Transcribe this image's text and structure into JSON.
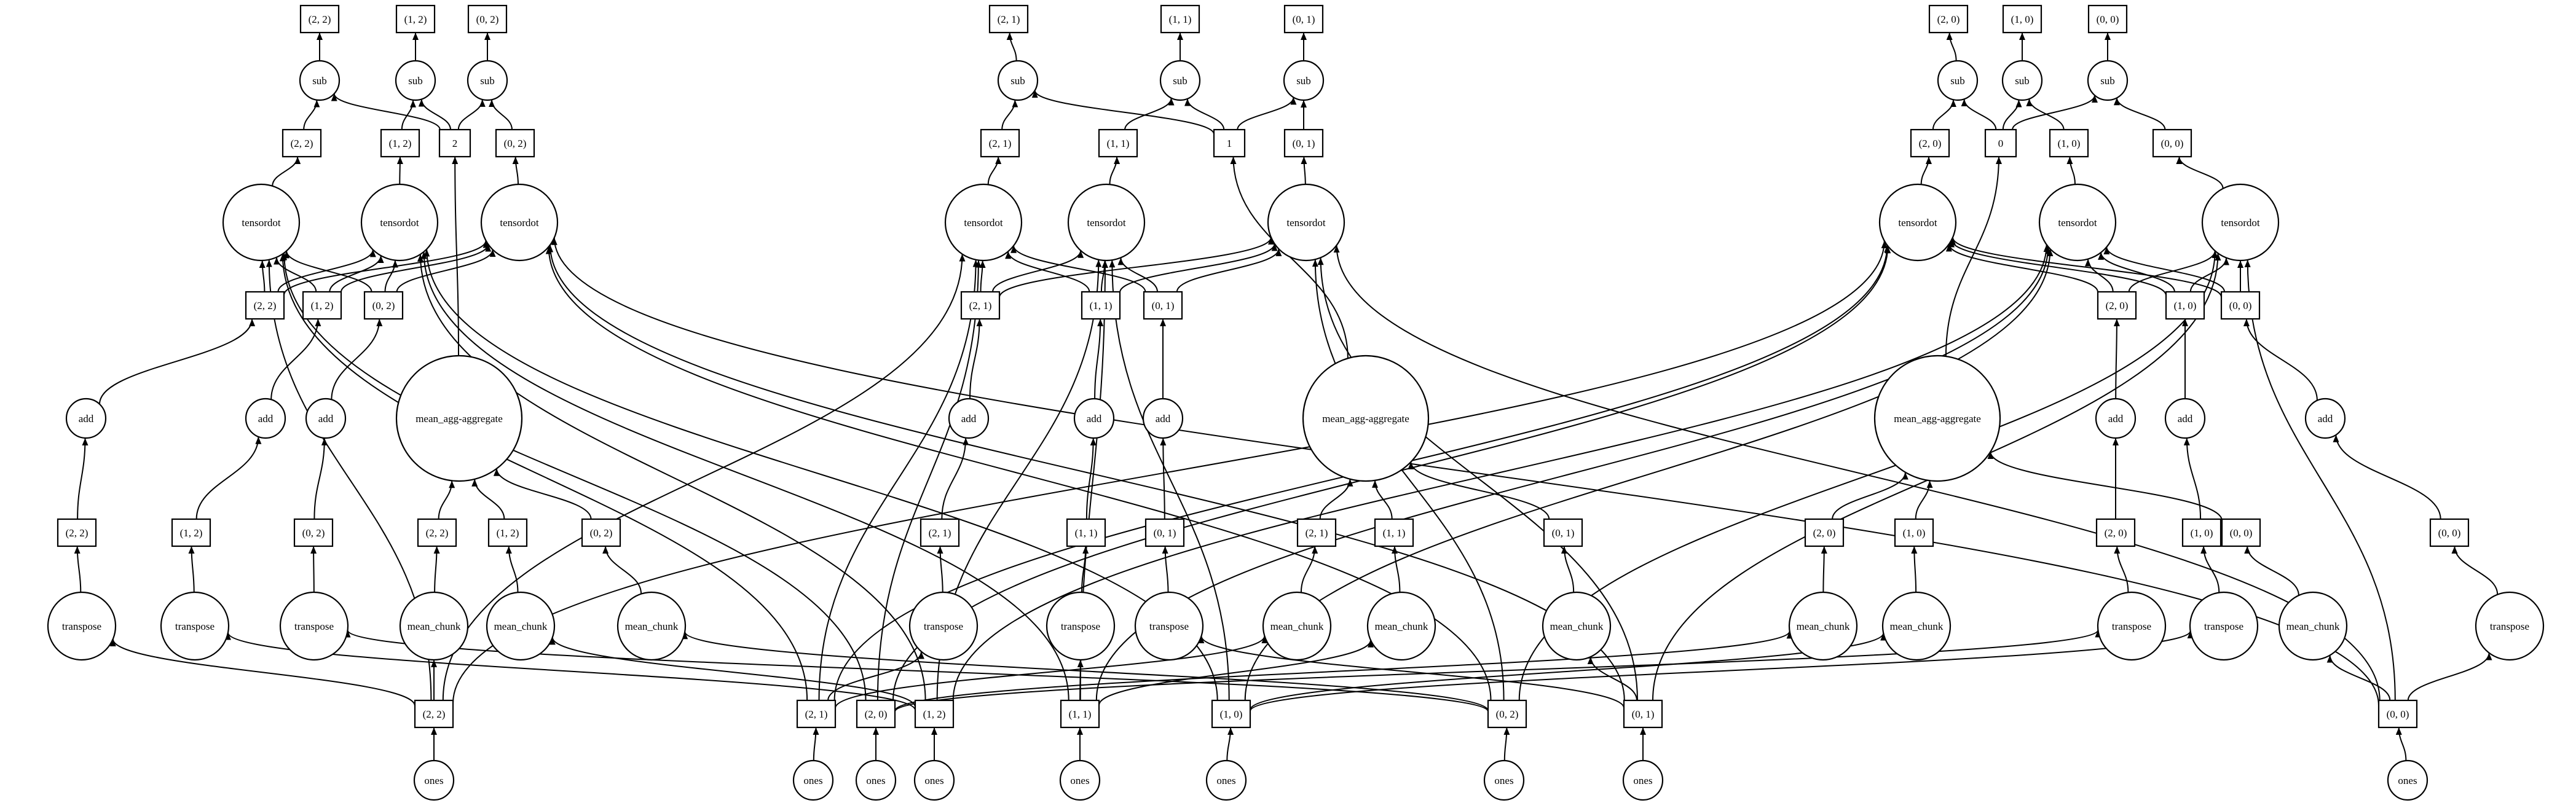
{
  "graph": {
    "nodes": [
      {
        "id": "a0",
        "shape": "box",
        "label": "(2, 2)"
      },
      {
        "id": "a1",
        "shape": "box",
        "label": "(1, 2)"
      },
      {
        "id": "a2",
        "shape": "box",
        "label": "(0, 2)"
      },
      {
        "id": "a3",
        "shape": "box",
        "label": "(2, 1)"
      },
      {
        "id": "a4",
        "shape": "box",
        "label": "(1, 1)"
      },
      {
        "id": "a5",
        "shape": "box",
        "label": "(0, 1)"
      },
      {
        "id": "a6",
        "shape": "box",
        "label": "(2, 0)"
      },
      {
        "id": "a7",
        "shape": "box",
        "label": "(1, 0)"
      },
      {
        "id": "a8",
        "shape": "box",
        "label": "(0, 0)"
      },
      {
        "id": "s0",
        "shape": "circle",
        "label": "sub"
      },
      {
        "id": "s1",
        "shape": "circle",
        "label": "sub"
      },
      {
        "id": "s2",
        "shape": "circle",
        "label": "sub"
      },
      {
        "id": "s3",
        "shape": "circle",
        "label": "sub"
      },
      {
        "id": "s4",
        "shape": "circle",
        "label": "sub"
      },
      {
        "id": "s5",
        "shape": "circle",
        "label": "sub"
      },
      {
        "id": "s6",
        "shape": "circle",
        "label": "sub"
      },
      {
        "id": "s7",
        "shape": "circle",
        "label": "sub"
      },
      {
        "id": "s8",
        "shape": "circle",
        "label": "sub"
      },
      {
        "id": "b0",
        "shape": "box",
        "label": "(2, 2)"
      },
      {
        "id": "b1",
        "shape": "box",
        "label": "(1, 2)"
      },
      {
        "id": "k2",
        "shape": "box",
        "label": "2"
      },
      {
        "id": "b2",
        "shape": "box",
        "label": "(0, 2)"
      },
      {
        "id": "b3",
        "shape": "box",
        "label": "(2, 1)"
      },
      {
        "id": "b4",
        "shape": "box",
        "label": "(1, 1)"
      },
      {
        "id": "k1",
        "shape": "box",
        "label": "1"
      },
      {
        "id": "b5",
        "shape": "box",
        "label": "(0, 1)"
      },
      {
        "id": "b6",
        "shape": "box",
        "label": "(2, 0)"
      },
      {
        "id": "k0",
        "shape": "box",
        "label": "0"
      },
      {
        "id": "b7",
        "shape": "box",
        "label": "(1, 0)"
      },
      {
        "id": "b8",
        "shape": "box",
        "label": "(0, 0)"
      },
      {
        "id": "t0",
        "shape": "circle",
        "label": "tensordot"
      },
      {
        "id": "t1",
        "shape": "circle",
        "label": "tensordot"
      },
      {
        "id": "t2",
        "shape": "circle",
        "label": "tensordot"
      },
      {
        "id": "t3",
        "shape": "circle",
        "label": "tensordot"
      },
      {
        "id": "t4",
        "shape": "circle",
        "label": "tensordot"
      },
      {
        "id": "t5",
        "shape": "circle",
        "label": "tensordot"
      },
      {
        "id": "t6",
        "shape": "circle",
        "label": "tensordot"
      },
      {
        "id": "t7",
        "shape": "circle",
        "label": "tensordot"
      },
      {
        "id": "t8",
        "shape": "circle",
        "label": "tensordot"
      },
      {
        "id": "c0",
        "shape": "box",
        "label": "(2, 2)"
      },
      {
        "id": "c1",
        "shape": "box",
        "label": "(1, 2)"
      },
      {
        "id": "c2",
        "shape": "box",
        "label": "(0, 2)"
      },
      {
        "id": "c3",
        "shape": "box",
        "label": "(2, 1)"
      },
      {
        "id": "c4",
        "shape": "box",
        "label": "(1, 1)"
      },
      {
        "id": "c5",
        "shape": "box",
        "label": "(0, 1)"
      },
      {
        "id": "c6",
        "shape": "box",
        "label": "(2, 0)"
      },
      {
        "id": "c7",
        "shape": "box",
        "label": "(1, 0)"
      },
      {
        "id": "c8",
        "shape": "box",
        "label": "(0, 0)"
      },
      {
        "id": "d0",
        "shape": "circle",
        "label": "add"
      },
      {
        "id": "d1",
        "shape": "circle",
        "label": "add"
      },
      {
        "id": "d2",
        "shape": "circle",
        "label": "add"
      },
      {
        "id": "d3",
        "shape": "circle",
        "label": "add"
      },
      {
        "id": "d4",
        "shape": "circle",
        "label": "add"
      },
      {
        "id": "d5",
        "shape": "circle",
        "label": "add"
      },
      {
        "id": "d6",
        "shape": "circle",
        "label": "add"
      },
      {
        "id": "d7",
        "shape": "circle",
        "label": "add"
      },
      {
        "id": "d8",
        "shape": "circle",
        "label": "add"
      },
      {
        "id": "ma2",
        "shape": "circle",
        "label": "mean_agg-aggregate"
      },
      {
        "id": "ma1",
        "shape": "circle",
        "label": "mean_agg-aggregate"
      },
      {
        "id": "ma0",
        "shape": "circle",
        "label": "mean_agg-aggregate"
      },
      {
        "id": "e0",
        "shape": "box",
        "label": "(2, 2)"
      },
      {
        "id": "e1",
        "shape": "box",
        "label": "(1, 2)"
      },
      {
        "id": "e2",
        "shape": "box",
        "label": "(0, 2)"
      },
      {
        "id": "e3",
        "shape": "box",
        "label": "(2, 1)"
      },
      {
        "id": "e4",
        "shape": "box",
        "label": "(1, 1)"
      },
      {
        "id": "e5",
        "shape": "box",
        "label": "(0, 1)"
      },
      {
        "id": "e6",
        "shape": "box",
        "label": "(2, 0)"
      },
      {
        "id": "e7",
        "shape": "box",
        "label": "(1, 0)"
      },
      {
        "id": "e8",
        "shape": "box",
        "label": "(0, 0)"
      },
      {
        "id": "mc0",
        "shape": "box",
        "label": "(2, 2)"
      },
      {
        "id": "mc1",
        "shape": "box",
        "label": "(1, 2)"
      },
      {
        "id": "mc2",
        "shape": "box",
        "label": "(0, 2)"
      },
      {
        "id": "mc3",
        "shape": "box",
        "label": "(2, 1)"
      },
      {
        "id": "mc4",
        "shape": "box",
        "label": "(1, 1)"
      },
      {
        "id": "mc5",
        "shape": "box",
        "label": "(0, 1)"
      },
      {
        "id": "mc6",
        "shape": "box",
        "label": "(2, 0)"
      },
      {
        "id": "mc7",
        "shape": "box",
        "label": "(1, 0)"
      },
      {
        "id": "mc8",
        "shape": "box",
        "label": "(0, 0)"
      },
      {
        "id": "tr0",
        "shape": "circle",
        "label": "transpose"
      },
      {
        "id": "tr1",
        "shape": "circle",
        "label": "transpose"
      },
      {
        "id": "tr2",
        "shape": "circle",
        "label": "transpose"
      },
      {
        "id": "tr3",
        "shape": "circle",
        "label": "transpose"
      },
      {
        "id": "tr4",
        "shape": "circle",
        "label": "transpose"
      },
      {
        "id": "tr5",
        "shape": "circle",
        "label": "transpose"
      },
      {
        "id": "tr6",
        "shape": "circle",
        "label": "transpose"
      },
      {
        "id": "tr7",
        "shape": "circle",
        "label": "transpose"
      },
      {
        "id": "tr8",
        "shape": "circle",
        "label": "transpose"
      },
      {
        "id": "m0",
        "shape": "circle",
        "label": "mean_chunk"
      },
      {
        "id": "m1",
        "shape": "circle",
        "label": "mean_chunk"
      },
      {
        "id": "m2",
        "shape": "circle",
        "label": "mean_chunk"
      },
      {
        "id": "m3",
        "shape": "circle",
        "label": "mean_chunk"
      },
      {
        "id": "m4",
        "shape": "circle",
        "label": "mean_chunk"
      },
      {
        "id": "m5",
        "shape": "circle",
        "label": "mean_chunk"
      },
      {
        "id": "m6",
        "shape": "circle",
        "label": "mean_chunk"
      },
      {
        "id": "m7",
        "shape": "circle",
        "label": "mean_chunk"
      },
      {
        "id": "m8",
        "shape": "circle",
        "label": "mean_chunk"
      },
      {
        "id": "x0",
        "shape": "box",
        "label": "(2, 2)"
      },
      {
        "id": "x1",
        "shape": "box",
        "label": "(2, 1)"
      },
      {
        "id": "x2",
        "shape": "box",
        "label": "(2, 0)"
      },
      {
        "id": "x3",
        "shape": "box",
        "label": "(1, 2)"
      },
      {
        "id": "x4",
        "shape": "box",
        "label": "(1, 1)"
      },
      {
        "id": "x5",
        "shape": "box",
        "label": "(1, 0)"
      },
      {
        "id": "x6",
        "shape": "box",
        "label": "(0, 2)"
      },
      {
        "id": "x7",
        "shape": "box",
        "label": "(0, 1)"
      },
      {
        "id": "x8",
        "shape": "box",
        "label": "(0, 0)"
      },
      {
        "id": "o0",
        "shape": "circle",
        "label": "ones"
      },
      {
        "id": "o1",
        "shape": "circle",
        "label": "ones"
      },
      {
        "id": "o2",
        "shape": "circle",
        "label": "ones"
      },
      {
        "id": "o3",
        "shape": "circle",
        "label": "ones"
      },
      {
        "id": "o4",
        "shape": "circle",
        "label": "ones"
      },
      {
        "id": "o5",
        "shape": "circle",
        "label": "ones"
      },
      {
        "id": "o6",
        "shape": "circle",
        "label": "ones"
      },
      {
        "id": "o7",
        "shape": "circle",
        "label": "ones"
      },
      {
        "id": "o8",
        "shape": "circle",
        "label": "ones"
      }
    ],
    "edges": [
      [
        "s0",
        "a0"
      ],
      [
        "s1",
        "a1"
      ],
      [
        "s2",
        "a2"
      ],
      [
        "s3",
        "a3"
      ],
      [
        "s4",
        "a4"
      ],
      [
        "s5",
        "a5"
      ],
      [
        "s6",
        "a6"
      ],
      [
        "s7",
        "a7"
      ],
      [
        "s8",
        "a8"
      ],
      [
        "b0",
        "s0"
      ],
      [
        "b1",
        "s1"
      ],
      [
        "b2",
        "s2"
      ],
      [
        "b3",
        "s3"
      ],
      [
        "b4",
        "s4"
      ],
      [
        "b5",
        "s5"
      ],
      [
        "b6",
        "s6"
      ],
      [
        "b7",
        "s7"
      ],
      [
        "b8",
        "s8"
      ],
      [
        "k2",
        "s0"
      ],
      [
        "k2",
        "s1"
      ],
      [
        "k2",
        "s2"
      ],
      [
        "k1",
        "s3"
      ],
      [
        "k1",
        "s4"
      ],
      [
        "k1",
        "s5"
      ],
      [
        "k0",
        "s6"
      ],
      [
        "k0",
        "s7"
      ],
      [
        "k0",
        "s8"
      ],
      [
        "ma2",
        "k2"
      ],
      [
        "ma1",
        "k1"
      ],
      [
        "ma0",
        "k0"
      ],
      [
        "t0",
        "b0"
      ],
      [
        "t1",
        "b1"
      ],
      [
        "t2",
        "b2"
      ],
      [
        "t3",
        "b3"
      ],
      [
        "t4",
        "b4"
      ],
      [
        "t5",
        "b5"
      ],
      [
        "t6",
        "b6"
      ],
      [
        "t7",
        "b7"
      ],
      [
        "t8",
        "b8"
      ],
      [
        "c0",
        "t0"
      ],
      [
        "c0",
        "t1"
      ],
      [
        "c0",
        "t2"
      ],
      [
        "c1",
        "t0"
      ],
      [
        "c1",
        "t1"
      ],
      [
        "c1",
        "t2"
      ],
      [
        "c2",
        "t0"
      ],
      [
        "c2",
        "t1"
      ],
      [
        "c2",
        "t2"
      ],
      [
        "c3",
        "t3"
      ],
      [
        "c3",
        "t4"
      ],
      [
        "c3",
        "t5"
      ],
      [
        "c4",
        "t3"
      ],
      [
        "c4",
        "t4"
      ],
      [
        "c4",
        "t5"
      ],
      [
        "c5",
        "t3"
      ],
      [
        "c5",
        "t4"
      ],
      [
        "c5",
        "t5"
      ],
      [
        "c6",
        "t6"
      ],
      [
        "c6",
        "t7"
      ],
      [
        "c6",
        "t8"
      ],
      [
        "c7",
        "t6"
      ],
      [
        "c7",
        "t7"
      ],
      [
        "c7",
        "t8"
      ],
      [
        "c8",
        "t6"
      ],
      [
        "c8",
        "t7"
      ],
      [
        "c8",
        "t8"
      ],
      [
        "d0",
        "c0"
      ],
      [
        "d1",
        "c1"
      ],
      [
        "d2",
        "c2"
      ],
      [
        "d3",
        "c3"
      ],
      [
        "d4",
        "c4"
      ],
      [
        "d5",
        "c5"
      ],
      [
        "d6",
        "c6"
      ],
      [
        "d7",
        "c7"
      ],
      [
        "d8",
        "c8"
      ],
      [
        "e0",
        "d0"
      ],
      [
        "e1",
        "d1"
      ],
      [
        "e2",
        "d2"
      ],
      [
        "e3",
        "d3"
      ],
      [
        "e4",
        "d4"
      ],
      [
        "e5",
        "d5"
      ],
      [
        "e6",
        "d6"
      ],
      [
        "e7",
        "d7"
      ],
      [
        "e8",
        "d8"
      ],
      [
        "tr0",
        "e0"
      ],
      [
        "tr1",
        "e1"
      ],
      [
        "tr2",
        "e2"
      ],
      [
        "tr3",
        "e3"
      ],
      [
        "tr4",
        "e4"
      ],
      [
        "tr5",
        "e5"
      ],
      [
        "tr6",
        "e6"
      ],
      [
        "tr7",
        "e7"
      ],
      [
        "tr8",
        "e8"
      ],
      [
        "mc0",
        "ma2"
      ],
      [
        "mc1",
        "ma2"
      ],
      [
        "mc2",
        "ma2"
      ],
      [
        "mc3",
        "ma1"
      ],
      [
        "mc4",
        "ma1"
      ],
      [
        "mc5",
        "ma1"
      ],
      [
        "mc6",
        "ma0"
      ],
      [
        "mc7",
        "ma0"
      ],
      [
        "mc8",
        "ma0"
      ],
      [
        "m0",
        "mc0"
      ],
      [
        "m1",
        "mc1"
      ],
      [
        "m2",
        "mc2"
      ],
      [
        "m3",
        "mc3"
      ],
      [
        "m4",
        "mc4"
      ],
      [
        "m5",
        "mc5"
      ],
      [
        "m6",
        "mc6"
      ],
      [
        "m7",
        "mc7"
      ],
      [
        "m8",
        "mc8"
      ],
      [
        "x0",
        "tr0"
      ],
      [
        "x0",
        "m0"
      ],
      [
        "x0",
        "t0"
      ],
      [
        "x0",
        "t3"
      ],
      [
        "x0",
        "t6"
      ],
      [
        "x3",
        "tr1"
      ],
      [
        "x3",
        "m1"
      ],
      [
        "x3",
        "t1"
      ],
      [
        "x3",
        "t4"
      ],
      [
        "x3",
        "t7"
      ],
      [
        "x6",
        "tr2"
      ],
      [
        "x6",
        "m2"
      ],
      [
        "x6",
        "t2"
      ],
      [
        "x6",
        "t5"
      ],
      [
        "x6",
        "t8"
      ],
      [
        "x1",
        "tr3"
      ],
      [
        "x1",
        "m3"
      ],
      [
        "x1",
        "t0"
      ],
      [
        "x1",
        "t3"
      ],
      [
        "x1",
        "t6"
      ],
      [
        "x4",
        "tr4"
      ],
      [
        "x4",
        "m4"
      ],
      [
        "x4",
        "t1"
      ],
      [
        "x4",
        "t4"
      ],
      [
        "x4",
        "t7"
      ],
      [
        "x7",
        "tr5"
      ],
      [
        "x7",
        "m5"
      ],
      [
        "x7",
        "t2"
      ],
      [
        "x7",
        "t5"
      ],
      [
        "x7",
        "t8"
      ],
      [
        "x2",
        "tr6"
      ],
      [
        "x2",
        "m6"
      ],
      [
        "x2",
        "t0"
      ],
      [
        "x2",
        "t3"
      ],
      [
        "x2",
        "t6"
      ],
      [
        "x5",
        "tr7"
      ],
      [
        "x5",
        "m7"
      ],
      [
        "x5",
        "t1"
      ],
      [
        "x5",
        "t4"
      ],
      [
        "x5",
        "t7"
      ],
      [
        "x8",
        "tr8"
      ],
      [
        "x8",
        "m8"
      ],
      [
        "x8",
        "t2"
      ],
      [
        "x8",
        "t5"
      ],
      [
        "x8",
        "t8"
      ],
      [
        "o0",
        "x0"
      ],
      [
        "o1",
        "x1"
      ],
      [
        "o2",
        "x2"
      ],
      [
        "o3",
        "x3"
      ],
      [
        "o4",
        "x4"
      ],
      [
        "o5",
        "x5"
      ],
      [
        "o6",
        "x6"
      ],
      [
        "o7",
        "x7"
      ],
      [
        "o8",
        "x8"
      ]
    ]
  }
}
